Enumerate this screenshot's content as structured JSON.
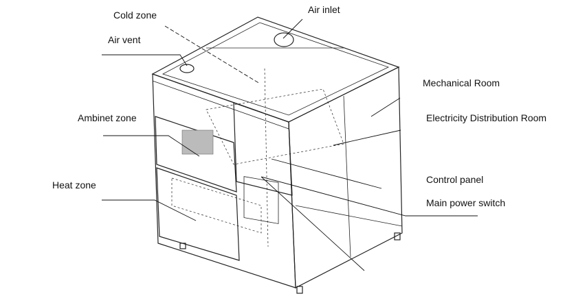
{
  "labels": {
    "cold_zone": "Cold zone",
    "air_inlet": "Air inlet",
    "air_vent": "Air vent",
    "mechanical_room": "Mechanical Room",
    "ambient_zone": "Ambinet zone",
    "electricity_room": "Electricity Distribution Room",
    "heat_zone": "Heat zone",
    "control_panel": "Control panel",
    "main_power_switch": "Main power switch"
  }
}
